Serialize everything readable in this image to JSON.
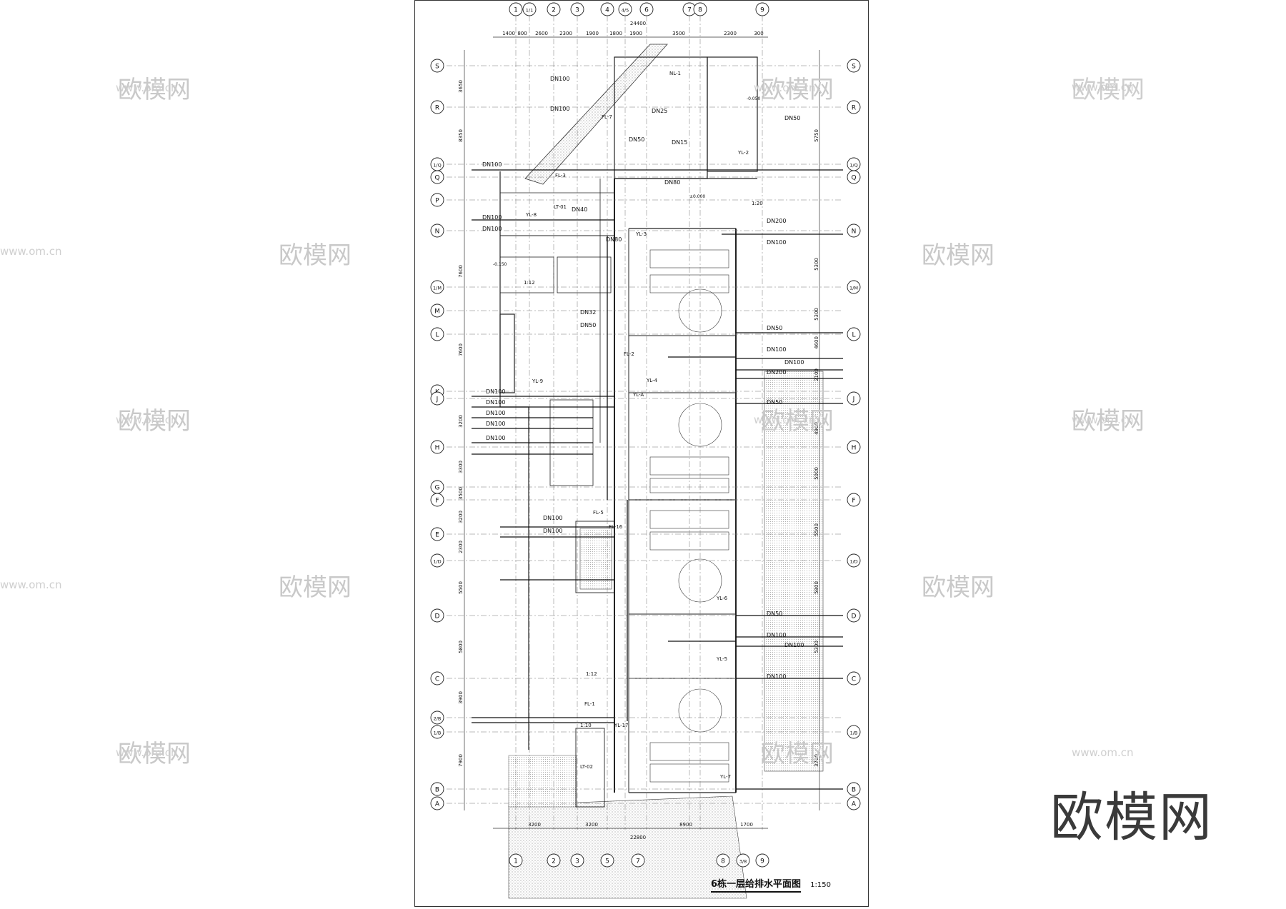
{
  "drawing": {
    "title": "6栋一层给排水平面图",
    "scale": "1:150",
    "overall_width_top": "24400",
    "overall_width_bottom": "22800"
  },
  "axes": {
    "columns_top": [
      "1",
      "1/1",
      "2",
      "3",
      "4",
      "4/5",
      "6",
      "7",
      "8",
      "9"
    ],
    "columns_bottom": [
      "1",
      "2",
      "3",
      "5",
      "7",
      "8",
      "3/8",
      "9"
    ],
    "rows": [
      "S",
      "R",
      "1/Q",
      "Q",
      "P",
      "N",
      "1/M",
      "M",
      "L",
      "K",
      "J",
      "H",
      "G",
      "F",
      "E",
      "1/D",
      "D",
      "C",
      "2/B",
      "1/B",
      "B",
      "A"
    ]
  },
  "dimensions": {
    "top": [
      "1400",
      "800",
      "2600",
      "2300",
      "1900",
      "1800",
      "1900",
      "3500",
      "2300",
      "300"
    ],
    "bottom": [
      "3200",
      "3200",
      "8900",
      "1700"
    ],
    "left": [
      "3650",
      "8350",
      "7600",
      "7600",
      "3200",
      "3300",
      "3500",
      "3200",
      "2300",
      "5500",
      "5800",
      "3900",
      "7900"
    ],
    "right": [
      "5750",
      "5300",
      "5300",
      "4600",
      "2100",
      "4900",
      "5000",
      "5500",
      "5800",
      "5300",
      "3700"
    ]
  },
  "pipe_labels": [
    "DN100",
    "DN100",
    "DN100",
    "DN50",
    "DN25",
    "DN50",
    "DN15",
    "DN80",
    "DN40",
    "DN100",
    "DN100",
    "DN80",
    "DN200",
    "DN100",
    "DN50",
    "DN100",
    "DN100",
    "DN200",
    "DN50",
    "DN32",
    "DN100",
    "DN100",
    "DN100",
    "DN100",
    "DN100",
    "DN50",
    "DN100",
    "DN100",
    "DN50",
    "DN100",
    "DN100",
    "DN100"
  ],
  "tags": [
    "NL-1",
    "YL-8",
    "LT-01",
    "FL-7",
    "FL-3",
    "YL-9",
    "YL-2",
    "YL-3",
    "FL-2",
    "YL-4",
    "YL-A",
    "FL-5",
    "FL-16",
    "FL-1",
    "YL-17",
    "LT-02",
    "YL-7",
    "YL-6",
    "YL-5"
  ],
  "slopes": [
    "1:20",
    "1:12",
    "1:12",
    "1:10"
  ],
  "levels": [
    "-0.150",
    "±0.000",
    "-0.050"
  ],
  "watermarks": {
    "brand": "欧模网",
    "url": "www.om.cn"
  },
  "colors": {
    "line": "#222222",
    "hatch": "#9a9a9a",
    "watermark": "#c9c9c9"
  }
}
